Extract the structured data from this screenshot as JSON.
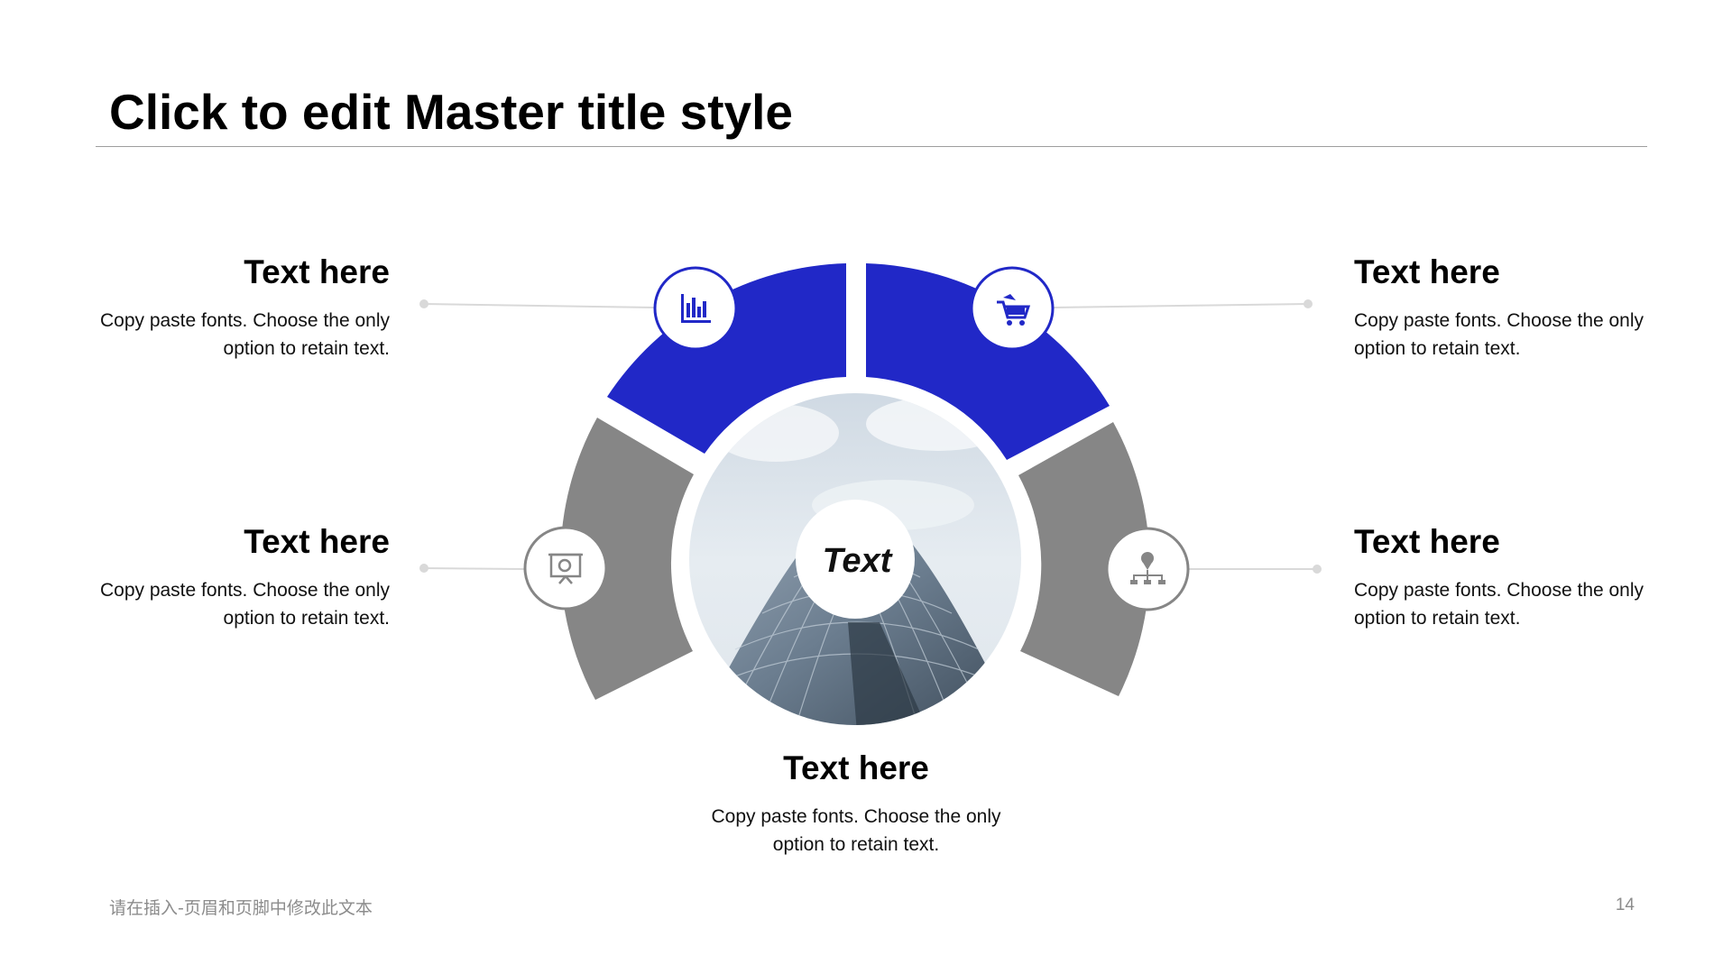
{
  "slide": {
    "title": "Click to edit Master title style",
    "footer_text": "请在插入-页眉和页脚中修改此文本",
    "page_number": "14"
  },
  "colors": {
    "accent": "#2128c7",
    "secondary": "#868686",
    "rule": "#9e9e9e",
    "connector": "#d9d9d9"
  },
  "diagram": {
    "center_label": "Text",
    "center_image": "building-photo",
    "segments": [
      {
        "id": "top-left",
        "color": "accent",
        "icon": "bar-chart-icon"
      },
      {
        "id": "top-right",
        "color": "accent",
        "icon": "shopping-cart-icon"
      },
      {
        "id": "mid-left",
        "color": "secondary",
        "icon": "presentation-board-icon"
      },
      {
        "id": "mid-right",
        "color": "secondary",
        "icon": "org-chart-icon"
      }
    ]
  },
  "blocks": {
    "top_left": {
      "heading": "Text here",
      "body": "Copy paste fonts. Choose the only option to retain text."
    },
    "mid_left": {
      "heading": "Text here",
      "body": "Copy paste fonts. Choose the only option to retain text."
    },
    "top_right": {
      "heading": "Text here",
      "body": "Copy paste fonts. Choose the only option to retain text."
    },
    "mid_right": {
      "heading": "Text here",
      "body": "Copy paste fonts. Choose the only option to retain text."
    },
    "bottom": {
      "heading": "Text here",
      "body": "Copy paste fonts. Choose the only option to retain text."
    }
  }
}
